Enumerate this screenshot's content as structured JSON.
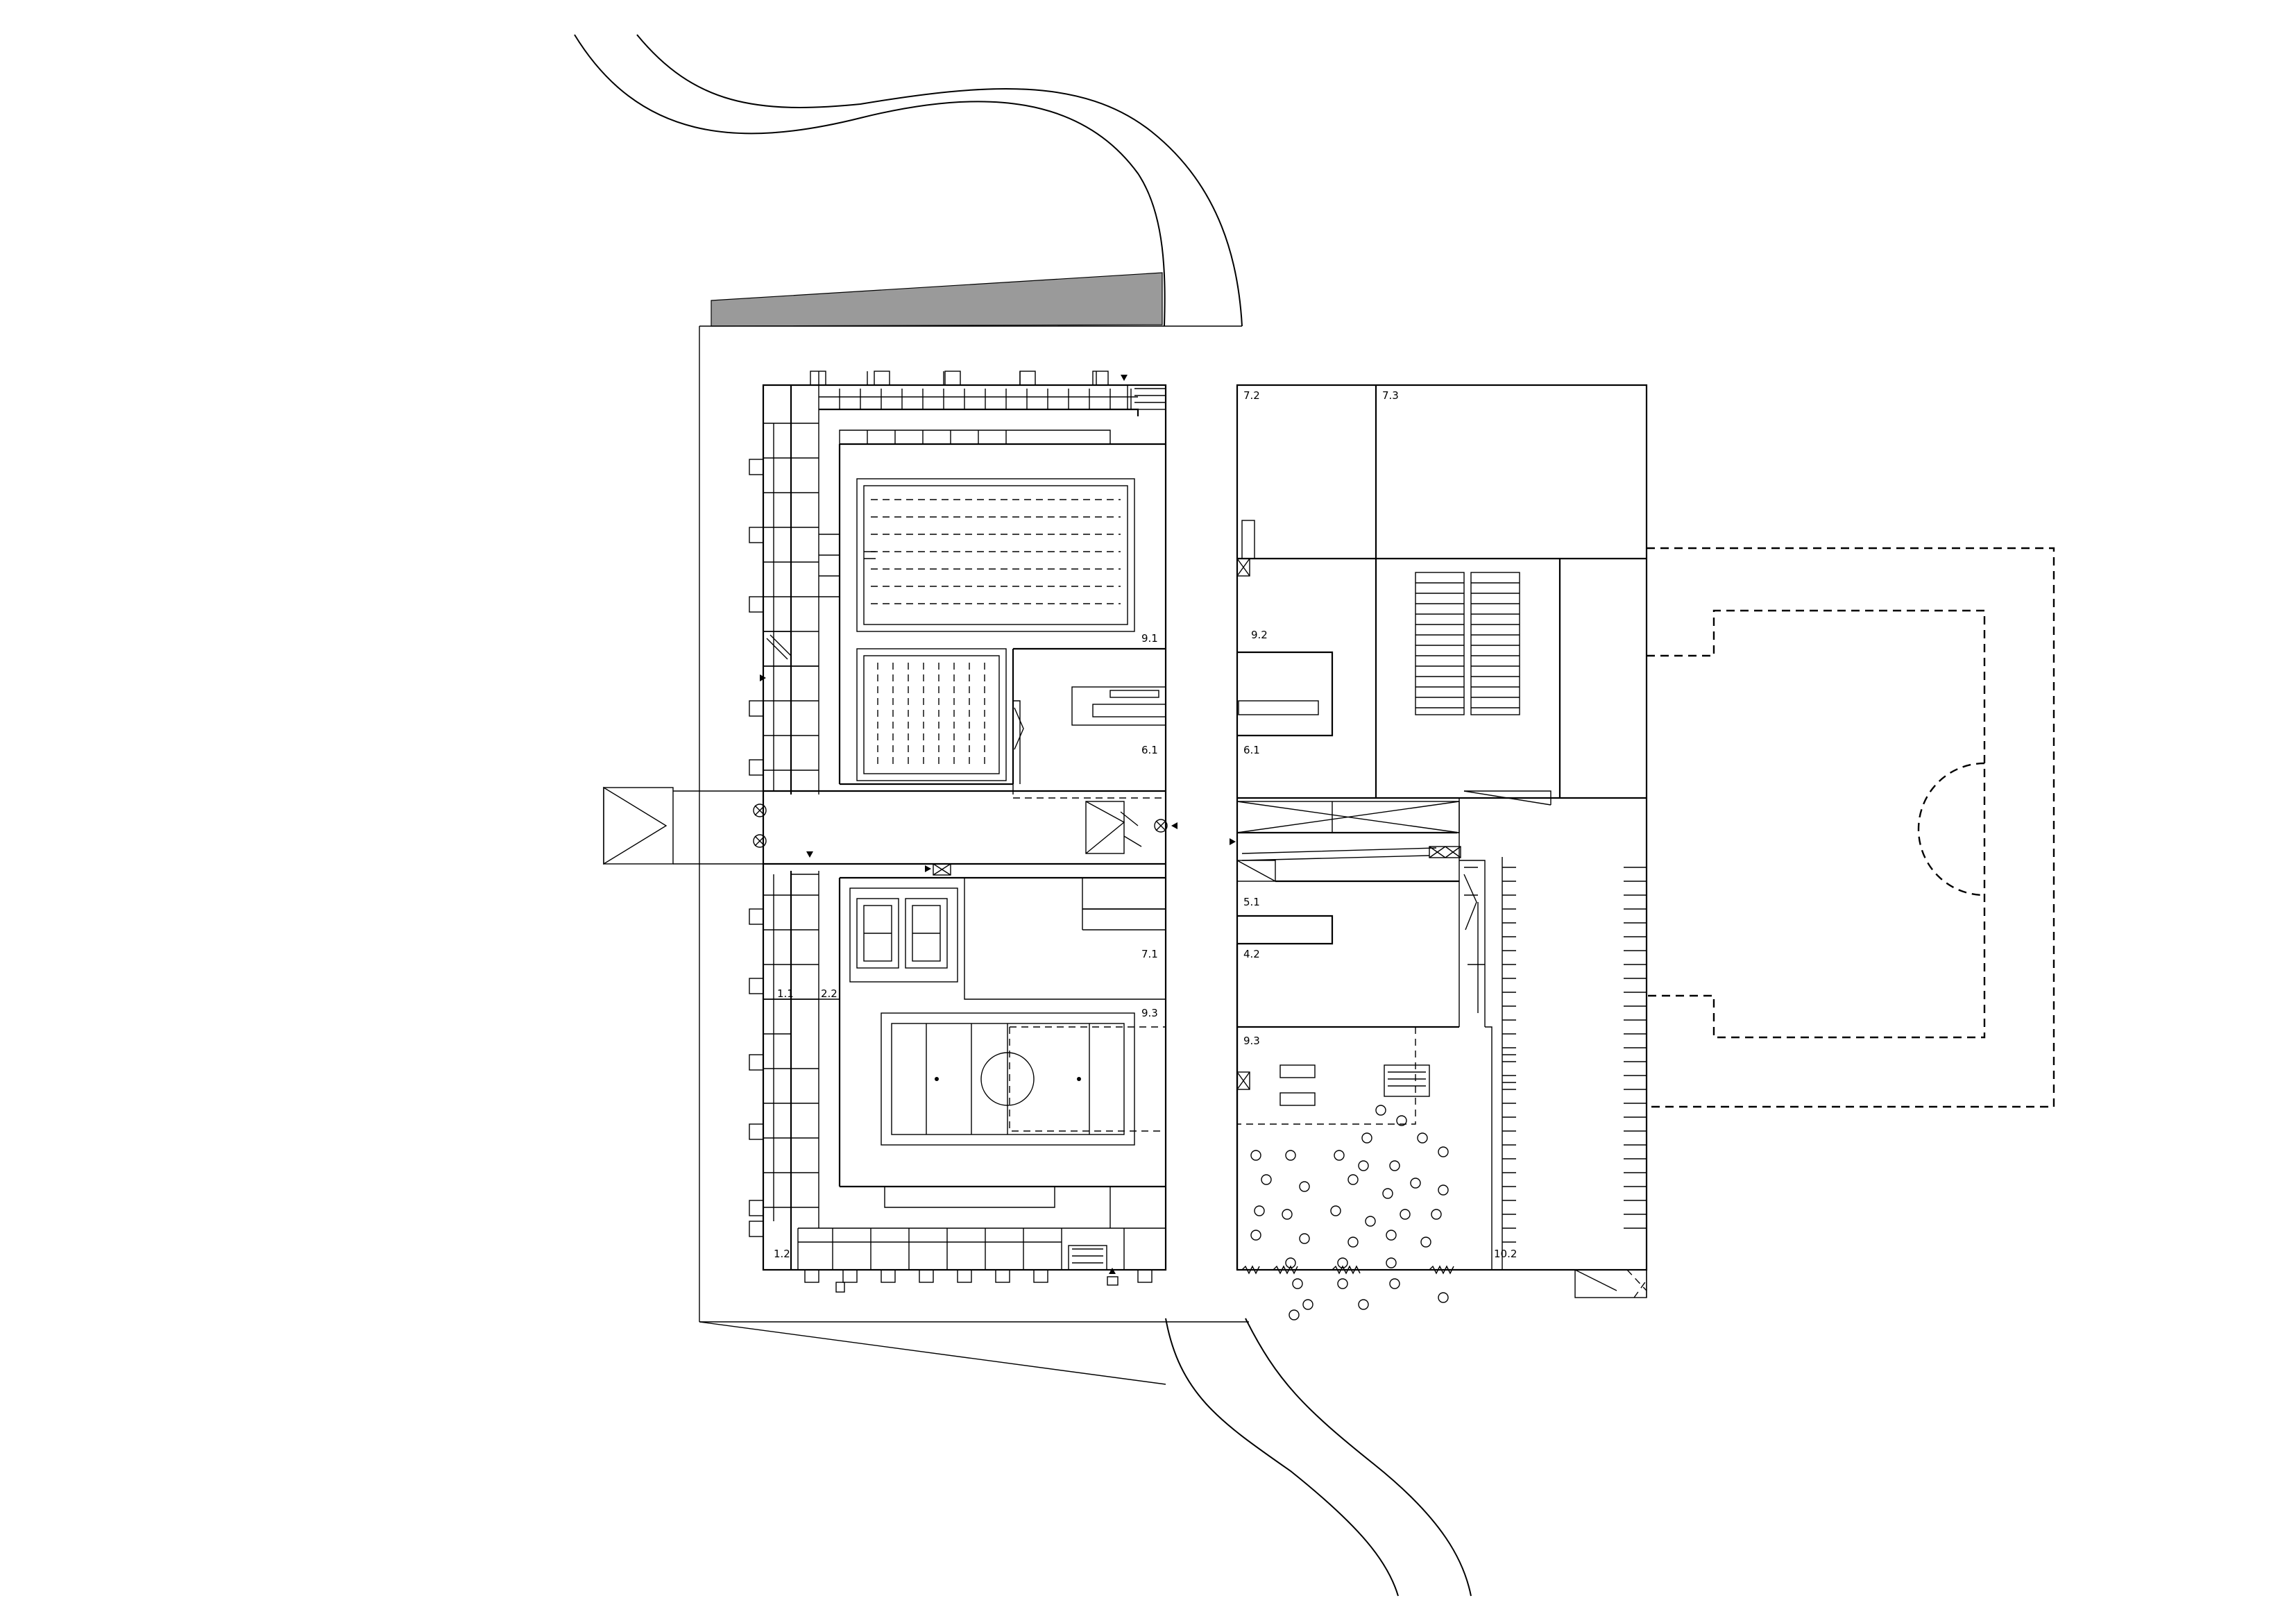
{
  "room_labels": {
    "r_7_2": "7.2",
    "r_7_3": "7.3",
    "r_9_1": "9.1",
    "r_9_2": "9.2",
    "r_6_1_left": "6.1",
    "r_6_1_right": "6.1",
    "r_5_1": "5.1",
    "r_4_2": "4.2",
    "r_7_1": "7.1",
    "r_9_3_left": "9.3",
    "r_9_3_right": "9.3",
    "r_1_1": "1.1",
    "r_2_2": "2.2",
    "r_1_2": "1.2",
    "r_10_2": "10.2"
  },
  "colors": {
    "line": "#000000",
    "shade": "#9a9a9a",
    "paper": "#ffffff"
  },
  "icons": [
    "tree-icon",
    "entrance-arrow-icon",
    "stair-icon",
    "elevator-cross-icon"
  ]
}
